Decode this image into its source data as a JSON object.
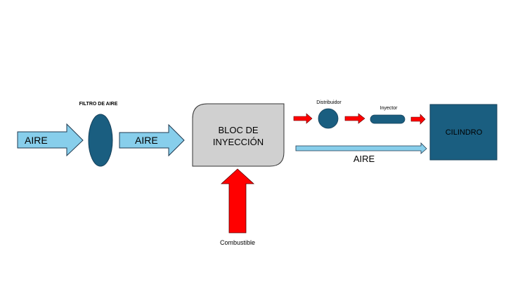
{
  "diagram": {
    "nodes": {
      "aire_in_arrow": {
        "label": "AIRE"
      },
      "filtro": {
        "label": "FILTRO DE AIRE"
      },
      "aire_mid_arrow": {
        "label": "AIRE"
      },
      "bloc": {
        "label_line1": "BLOC DE",
        "label_line2": "INYECCIÓN"
      },
      "combustible": {
        "label": "Combustible"
      },
      "distribuidor": {
        "label": "Distribuidor"
      },
      "inyector": {
        "label": "Inyector"
      },
      "aire_long_arrow": {
        "label": "AIRE"
      },
      "cilindro": {
        "label": "CILINDRO"
      }
    },
    "colors": {
      "air_blue": "#87CEEB",
      "dark_teal": "#1A5E80",
      "block_gray": "#D0D0D0",
      "fuel_red": "#FF0000"
    }
  }
}
